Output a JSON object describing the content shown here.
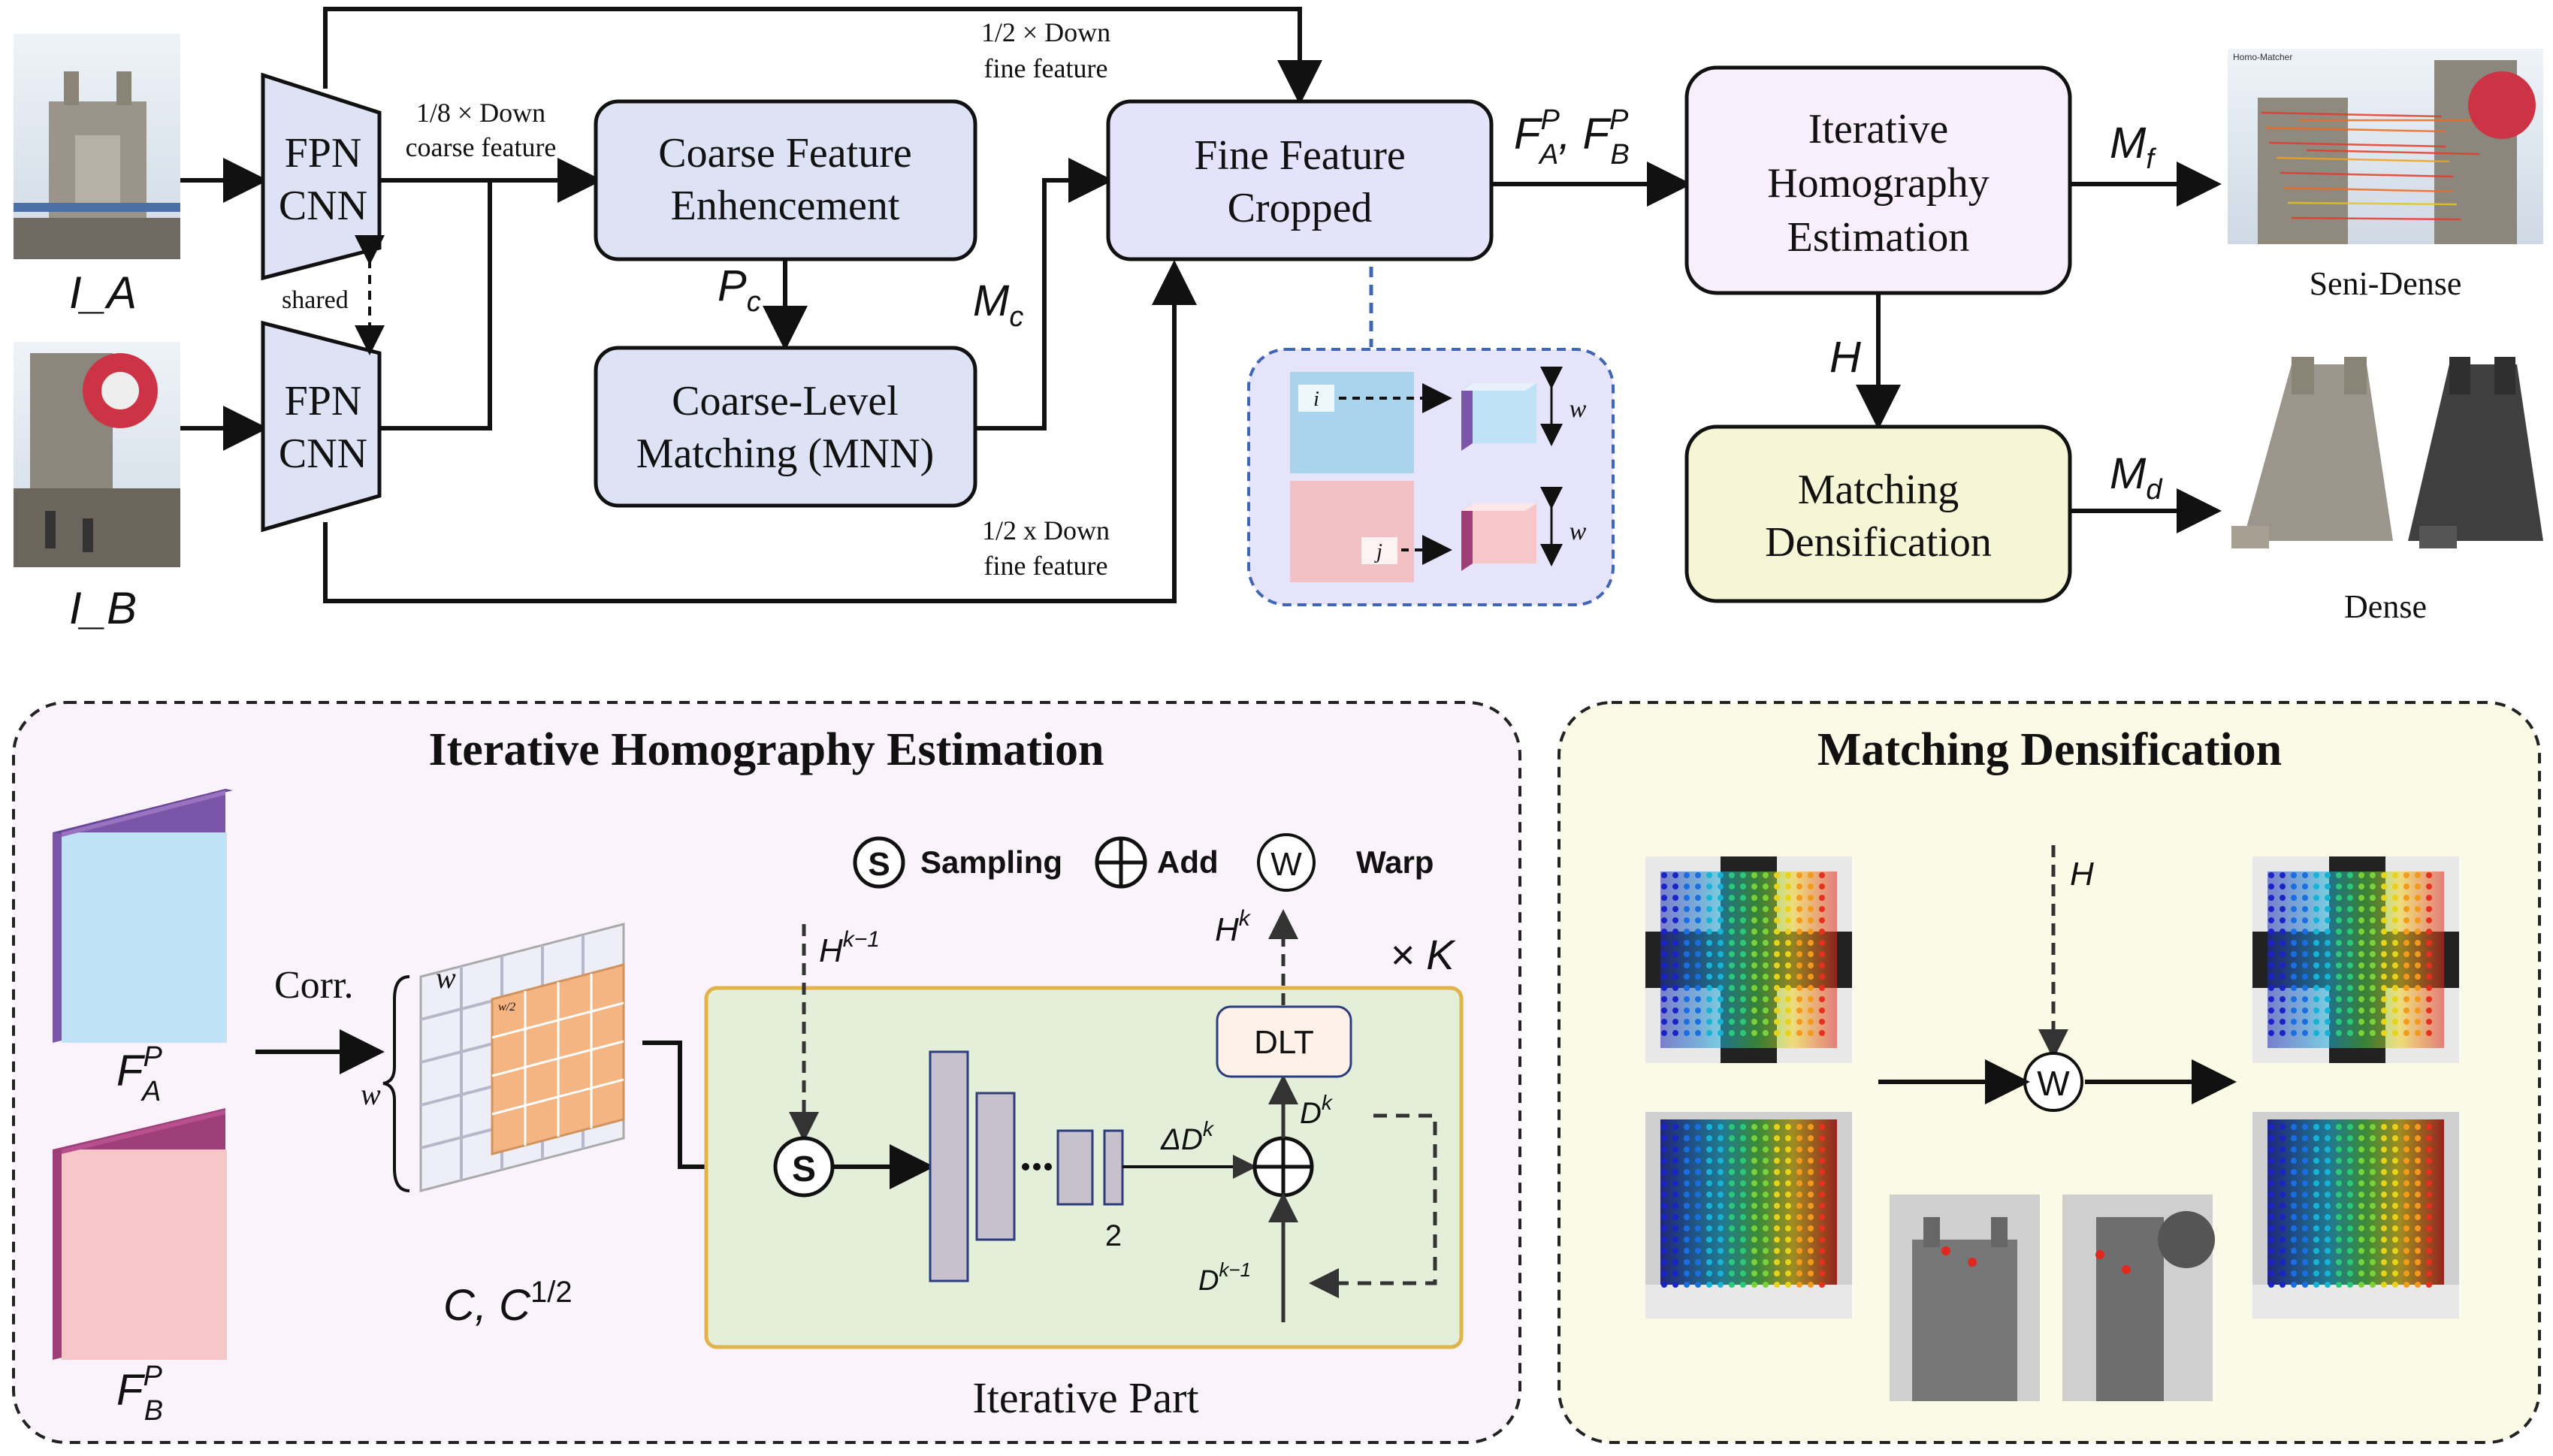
{
  "top": {
    "inputs": {
      "image_a": "I_A",
      "image_b": "I_B"
    },
    "fpn_a": {
      "line1": "FPN",
      "line2": "CNN"
    },
    "fpn_b": {
      "line1": "FPN",
      "line2": "CNN"
    },
    "shared_label": "shared",
    "coarse_down_label": {
      "line1": "1/8 × Down",
      "line2": "coarse feature"
    },
    "fine_down_top": {
      "line1": "1/2 × Down",
      "line2": "fine feature"
    },
    "fine_down_bottom": {
      "line1": "1/2 x Down",
      "line2": "fine feature"
    },
    "coarse_feature_box": {
      "line1": "Coarse Feature",
      "line2": "Enhencement"
    },
    "coarse_matching_box": {
      "line1": "Coarse-Level",
      "line2": "Matching (MNN)"
    },
    "fine_feature_box": {
      "line1": "Fine Feature",
      "line2": "Cropped"
    },
    "iterative_box": {
      "line1": "Iterative",
      "line2": "Homography",
      "line3": "Estimation"
    },
    "densification_box": {
      "line1": "Matching",
      "line2": "Densification"
    },
    "symbols": {
      "pc": "P_c",
      "mc": "M_c",
      "fp": "F_A^P, F_B^P",
      "h": "H",
      "mf": "M_f",
      "md": "M_d"
    },
    "crop_inset": {
      "i": "i",
      "j": "j",
      "w1": "w",
      "w2": "w"
    },
    "outputs": {
      "semi_dense": "Seni-Dense",
      "dense": "Dense",
      "tiny_label": "Homo-Matcher"
    }
  },
  "bottom_left": {
    "title": "Iterative Homography Estimation",
    "legend": {
      "sampling": "Sampling",
      "add": "Add",
      "warp": "Warp",
      "s": "S",
      "w": "W"
    },
    "corr": "Corr.",
    "fa": "F_A^P",
    "fb": "F_B^P",
    "grid_w_top": "w",
    "grid_w_left": "w",
    "grid_w_half": "w/2",
    "c_label": "C, C^{1/2}",
    "hk1": "H^{k-1}",
    "hk": "H^k",
    "times_k": "× K",
    "dlt": "DLT",
    "delta_dk": "ΔD^k",
    "dk": "D^k",
    "dk1": "D^{k-1}",
    "two": "2",
    "iterative_part": "Iterative Part"
  },
  "bottom_right": {
    "title": "Matching Densification",
    "h": "H",
    "w": "W"
  },
  "colors": {
    "box_blue": "#dde3f5",
    "box_purple": "#e4e3fb",
    "box_pink": "#f9eefc",
    "box_yellow": "#f6f6d6",
    "panel_left": "#fbf3fc",
    "panel_right": "#fafae6",
    "iter_green": "#e3efd8",
    "iter_border": "#e0b44a",
    "inset_fill": "#e6e4fa",
    "inset_border": "#3f65b7"
  }
}
